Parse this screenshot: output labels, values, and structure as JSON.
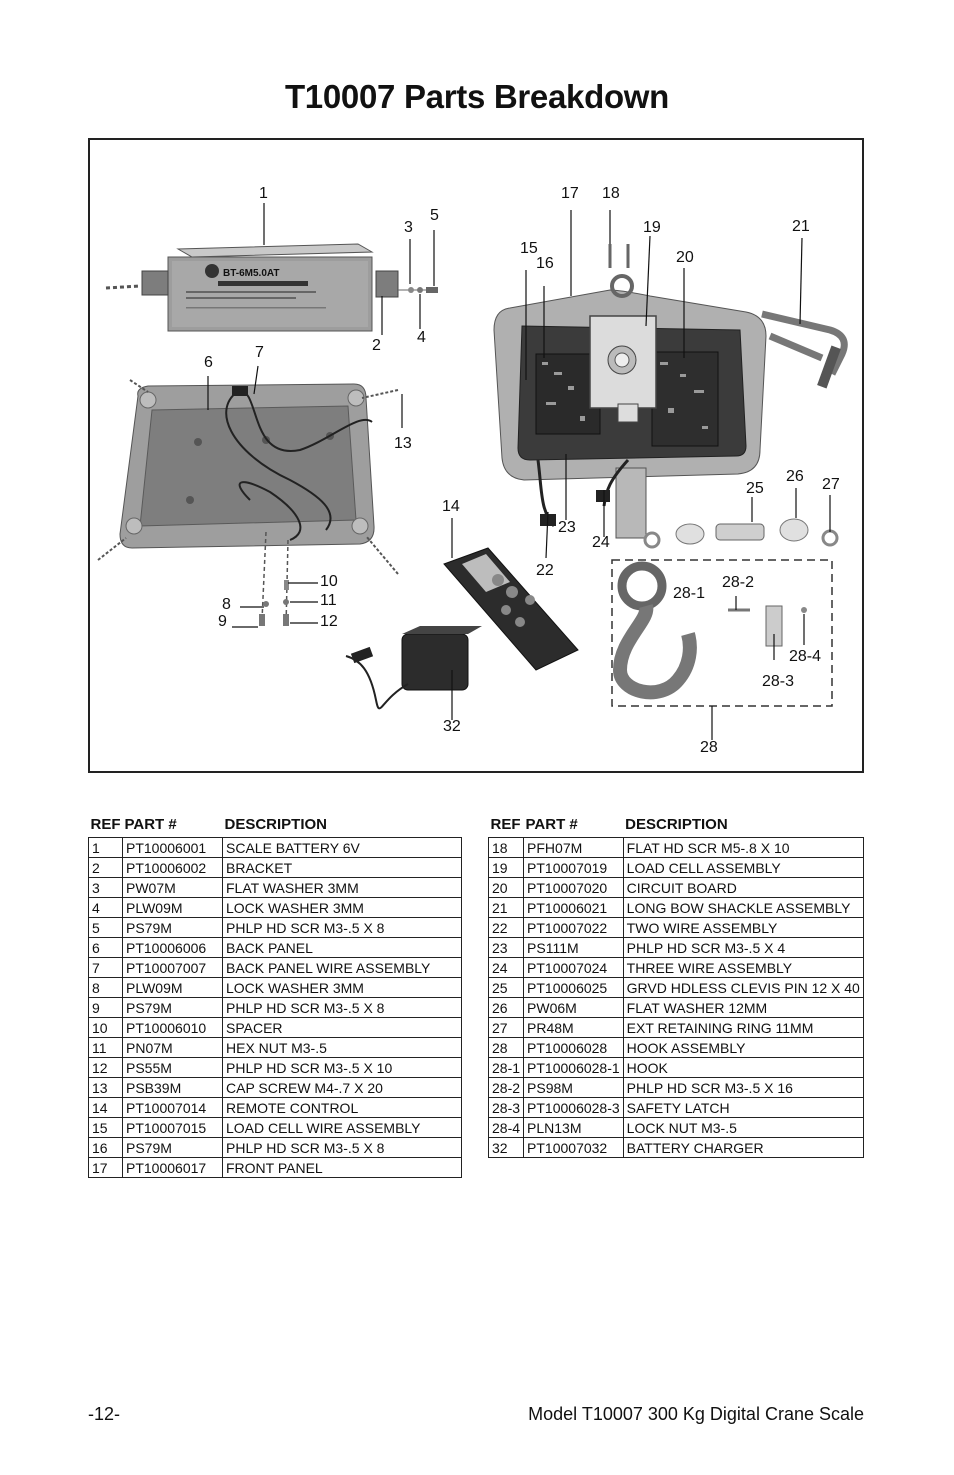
{
  "page": {
    "title": "T10007 Parts Breakdown",
    "footer_left": "-12-",
    "footer_right": "Model T10007 300 Kg Digital Crane Scale"
  },
  "diagram": {
    "battery_label": "BT-6M5.0AT",
    "callouts": {
      "c1": "1",
      "c2": "2",
      "c3": "3",
      "c4": "4",
      "c5": "5",
      "c6": "6",
      "c7": "7",
      "c8": "8",
      "c9": "9",
      "c10": "10",
      "c11": "11",
      "c12": "12",
      "c13": "13",
      "c14": "14",
      "c15": "15",
      "c16": "16",
      "c17": "17",
      "c18": "18",
      "c19": "19",
      "c20": "20",
      "c21": "21",
      "c22": "22",
      "c23": "23",
      "c24": "24",
      "c25": "25",
      "c26": "26",
      "c27": "27",
      "c28": "28",
      "c28_1": "28-1",
      "c28_2": "28-2",
      "c28_3": "28-3",
      "c28_4": "28-4",
      "c32": "32"
    }
  },
  "table_headers": {
    "ref": "REF",
    "part": "PART #",
    "desc": "DESCRIPTION"
  },
  "parts_left": [
    {
      "ref": "1",
      "part": "PT10006001",
      "desc": "SCALE BATTERY 6V"
    },
    {
      "ref": "2",
      "part": "PT10006002",
      "desc": "BRACKET"
    },
    {
      "ref": "3",
      "part": "PW07M",
      "desc": "FLAT WASHER 3MM"
    },
    {
      "ref": "4",
      "part": "PLW09M",
      "desc": "LOCK WASHER 3MM"
    },
    {
      "ref": "5",
      "part": "PS79M",
      "desc": "PHLP HD SCR M3-.5 X 8"
    },
    {
      "ref": "6",
      "part": "PT10006006",
      "desc": "BACK PANEL"
    },
    {
      "ref": "7",
      "part": "PT10007007",
      "desc": "BACK PANEL WIRE ASSEMBLY"
    },
    {
      "ref": "8",
      "part": "PLW09M",
      "desc": "LOCK WASHER 3MM"
    },
    {
      "ref": "9",
      "part": "PS79M",
      "desc": "PHLP HD SCR M3-.5 X 8"
    },
    {
      "ref": "10",
      "part": "PT10006010",
      "desc": "SPACER"
    },
    {
      "ref": "11",
      "part": "PN07M",
      "desc": "HEX NUT M3-.5"
    },
    {
      "ref": "12",
      "part": "PS55M",
      "desc": "PHLP HD SCR M3-.5 X 10"
    },
    {
      "ref": "13",
      "part": "PSB39M",
      "desc": "CAP SCREW M4-.7 X 20"
    },
    {
      "ref": "14",
      "part": "PT10007014",
      "desc": "REMOTE CONTROL"
    },
    {
      "ref": "15",
      "part": "PT10007015",
      "desc": "LOAD CELL WIRE ASSEMBLY"
    },
    {
      "ref": "16",
      "part": "PS79M",
      "desc": "PHLP HD SCR M3-.5 X 8"
    },
    {
      "ref": "17",
      "part": "PT10006017",
      "desc": "FRONT PANEL"
    }
  ],
  "parts_right": [
    {
      "ref": "18",
      "part": "PFH07M",
      "desc": "FLAT HD SCR M5-.8 X 10"
    },
    {
      "ref": "19",
      "part": "PT10007019",
      "desc": "LOAD CELL ASSEMBLY"
    },
    {
      "ref": "20",
      "part": "PT10007020",
      "desc": "CIRCUIT BOARD"
    },
    {
      "ref": "21",
      "part": "PT10006021",
      "desc": "LONG BOW SHACKLE ASSEMBLY"
    },
    {
      "ref": "22",
      "part": "PT10007022",
      "desc": "TWO WIRE ASSEMBLY"
    },
    {
      "ref": "23",
      "part": "PS111M",
      "desc": "PHLP HD SCR M3-.5 X 4"
    },
    {
      "ref": "24",
      "part": "PT10007024",
      "desc": "THREE WIRE ASSEMBLY"
    },
    {
      "ref": "25",
      "part": "PT10006025",
      "desc": "GRVD HDLESS CLEVIS PIN 12 X 40"
    },
    {
      "ref": "26",
      "part": "PW06M",
      "desc": "FLAT WASHER 12MM"
    },
    {
      "ref": "27",
      "part": "PR48M",
      "desc": "EXT RETAINING RING 11MM"
    },
    {
      "ref": "28",
      "part": "PT10006028",
      "desc": "HOOK ASSEMBLY"
    },
    {
      "ref": "28-1",
      "part": "PT10006028-1",
      "desc": "HOOK"
    },
    {
      "ref": "28-2",
      "part": "PS98M",
      "desc": "PHLP HD SCR M3-.5 X 16"
    },
    {
      "ref": "28-3",
      "part": "PT10006028-3",
      "desc": "SAFETY LATCH"
    },
    {
      "ref": "28-4",
      "part": "PLN13M",
      "desc": "LOCK NUT M3-.5"
    },
    {
      "ref": "32",
      "part": "PT10007032",
      "desc": "BATTERY CHARGER"
    }
  ]
}
